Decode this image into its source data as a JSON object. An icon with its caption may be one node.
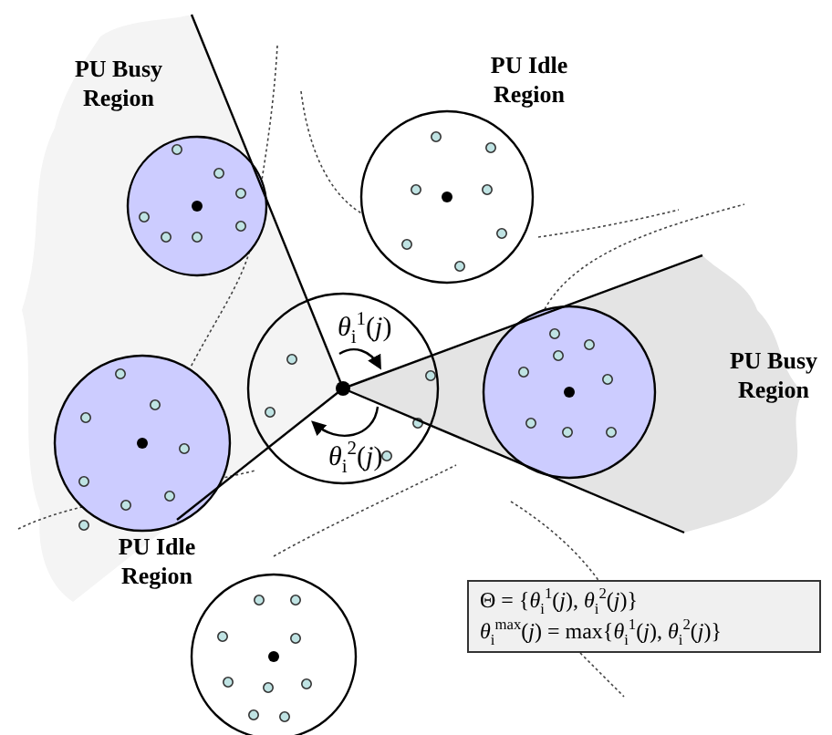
{
  "diagram": {
    "nodes": [
      {
        "text": [
          "Θ = {*θ*$_{i}$$^{1}$(*j*), *θ*$_{i}$$^{2}$(*j*)}",
          "*θ*$_{i}$$^{max}$(*j*) = max{*θ*$_{i}$$^{1}$(*j*), *θ*$_{i}$$^{2}$(*j*)}"
        ]
      }
    ],
    "labels": [
      "PU Busy Region",
      "PU Idle Region",
      "*θ*$_{i}$$^{1}$(*j*)",
      "PU Busy Region",
      "*θ*$_{i}$$^{2}$(*j*)",
      "PU Idle Region"
    ]
  }
}
